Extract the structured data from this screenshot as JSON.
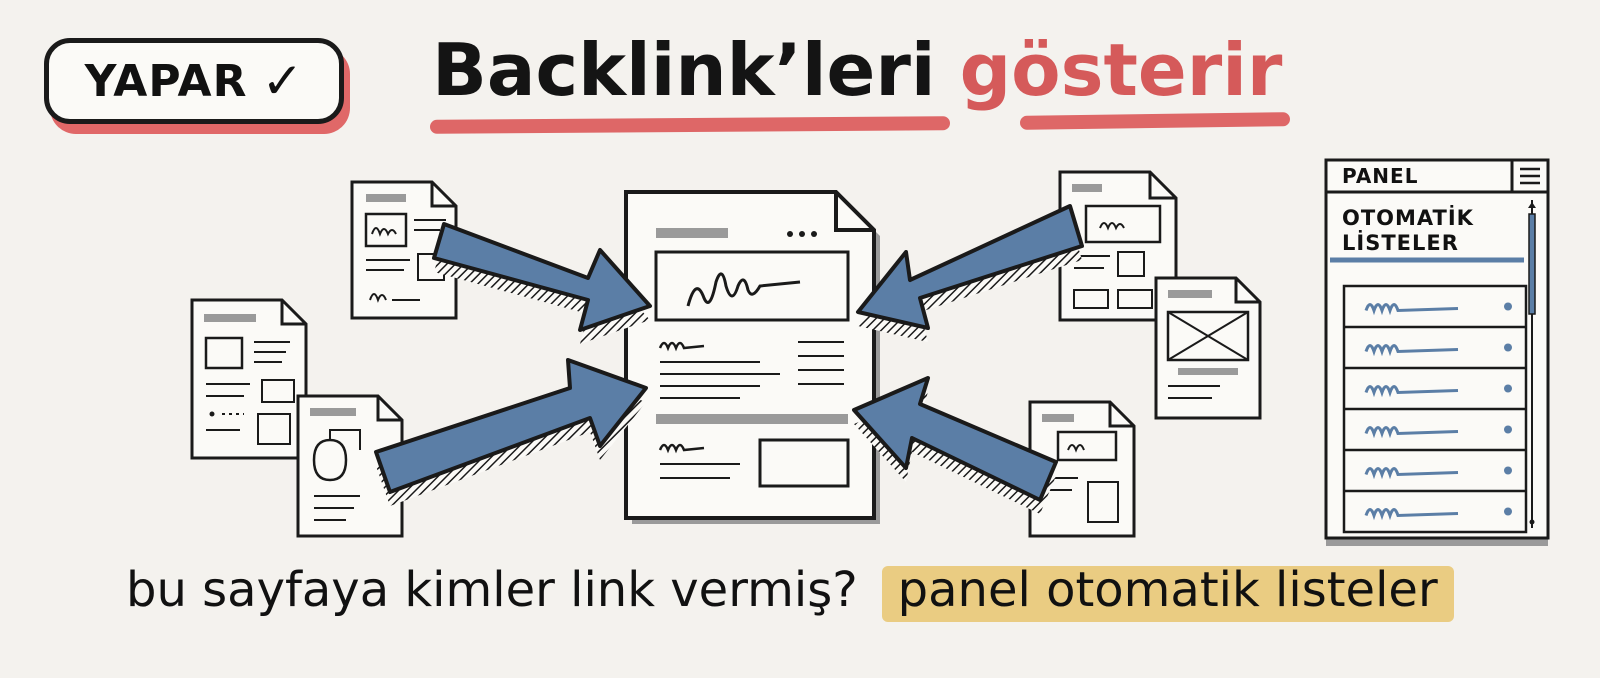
{
  "header": {
    "badge_label": "YAPAR",
    "badge_check": "✓",
    "title_main": "Backlink’leri",
    "title_accent": "gösterir"
  },
  "caption": {
    "question": "bu sayfaya kimler link vermiş?",
    "answer": "panel otomatik listeler"
  },
  "panel": {
    "title": "PANEL",
    "menu_icon": "hamburger-menu-icon",
    "section_label": "OTOMATİK LİSTELER",
    "rows": 6
  },
  "colors": {
    "accent_red": "#d55a5a",
    "arrow_blue": "#5b7ea6",
    "highlight_yellow": "#e8c66e",
    "ink": "#141414"
  }
}
